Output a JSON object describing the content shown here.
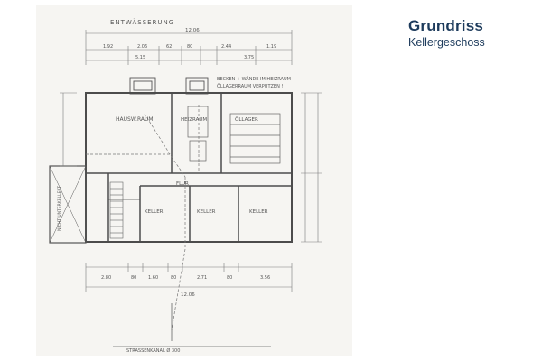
{
  "header": {
    "title": "Grundriss",
    "subtitle": "Kellergeschoss"
  },
  "plan": {
    "heading": "ENTWÄSSERUNG",
    "note_line1": "BECKEN + WÄNDE IM HEIZRAUM +",
    "note_line2": "ÖLLAGERRAUM VERPUTZEN !",
    "rooms": {
      "hauswirtschaft": "HAUSW.RAUM",
      "heizraum": "HEIZRAUM",
      "oellager": "ÖLLAGER",
      "flur": "FLUR",
      "keller_left": "KELLER",
      "keller_mid": "KELLER",
      "keller_right": "KELLER",
      "nicht_unterkellert": "NICHT UNTERKELLERT"
    },
    "dims_top_total": "12.06",
    "dims_top": [
      "1.92",
      "2.06",
      "62",
      "80",
      "2.44",
      "1.19"
    ],
    "dims_top_row2": [
      "5.15",
      "3.75"
    ],
    "dims_bottom": [
      "2.80",
      "80",
      "1.60",
      "80",
      "2.71",
      "80",
      "3.56"
    ],
    "dims_bottom_total": "12.06",
    "bottom_label": "STRASSENKANAL Ø 300"
  },
  "colors": {
    "background": "#f6f5f2",
    "ink": "#6a6a6a",
    "accent": "#1d3b5c"
  }
}
